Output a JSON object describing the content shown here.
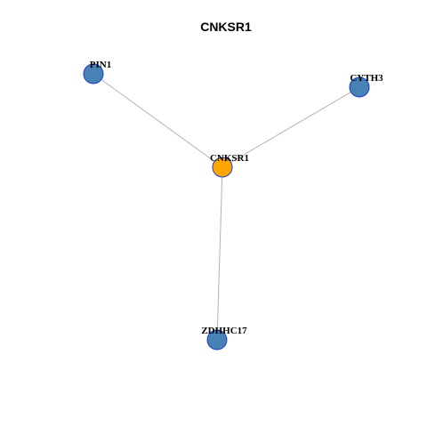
{
  "title": "CNKSR1",
  "colors": {
    "hub_fill": "#FFA500",
    "neighbor_fill": "#4682B4",
    "node_stroke": "#1E3CC8",
    "edge": "#B3B3B3"
  },
  "nodes": [
    {
      "id": "CNKSR1",
      "label": "CNKSR1",
      "role": "hub"
    },
    {
      "id": "PIN1",
      "label": "PIN1",
      "role": "neighbor"
    },
    {
      "id": "CYTH3",
      "label": "CYTH3",
      "role": "neighbor"
    },
    {
      "id": "ZDHHC17",
      "label": "ZDHHC17",
      "role": "neighbor"
    }
  ],
  "edges": [
    {
      "source": "CNKSR1",
      "target": "PIN1"
    },
    {
      "source": "CNKSR1",
      "target": "CYTH3"
    },
    {
      "source": "CNKSR1",
      "target": "ZDHHC17"
    }
  ]
}
